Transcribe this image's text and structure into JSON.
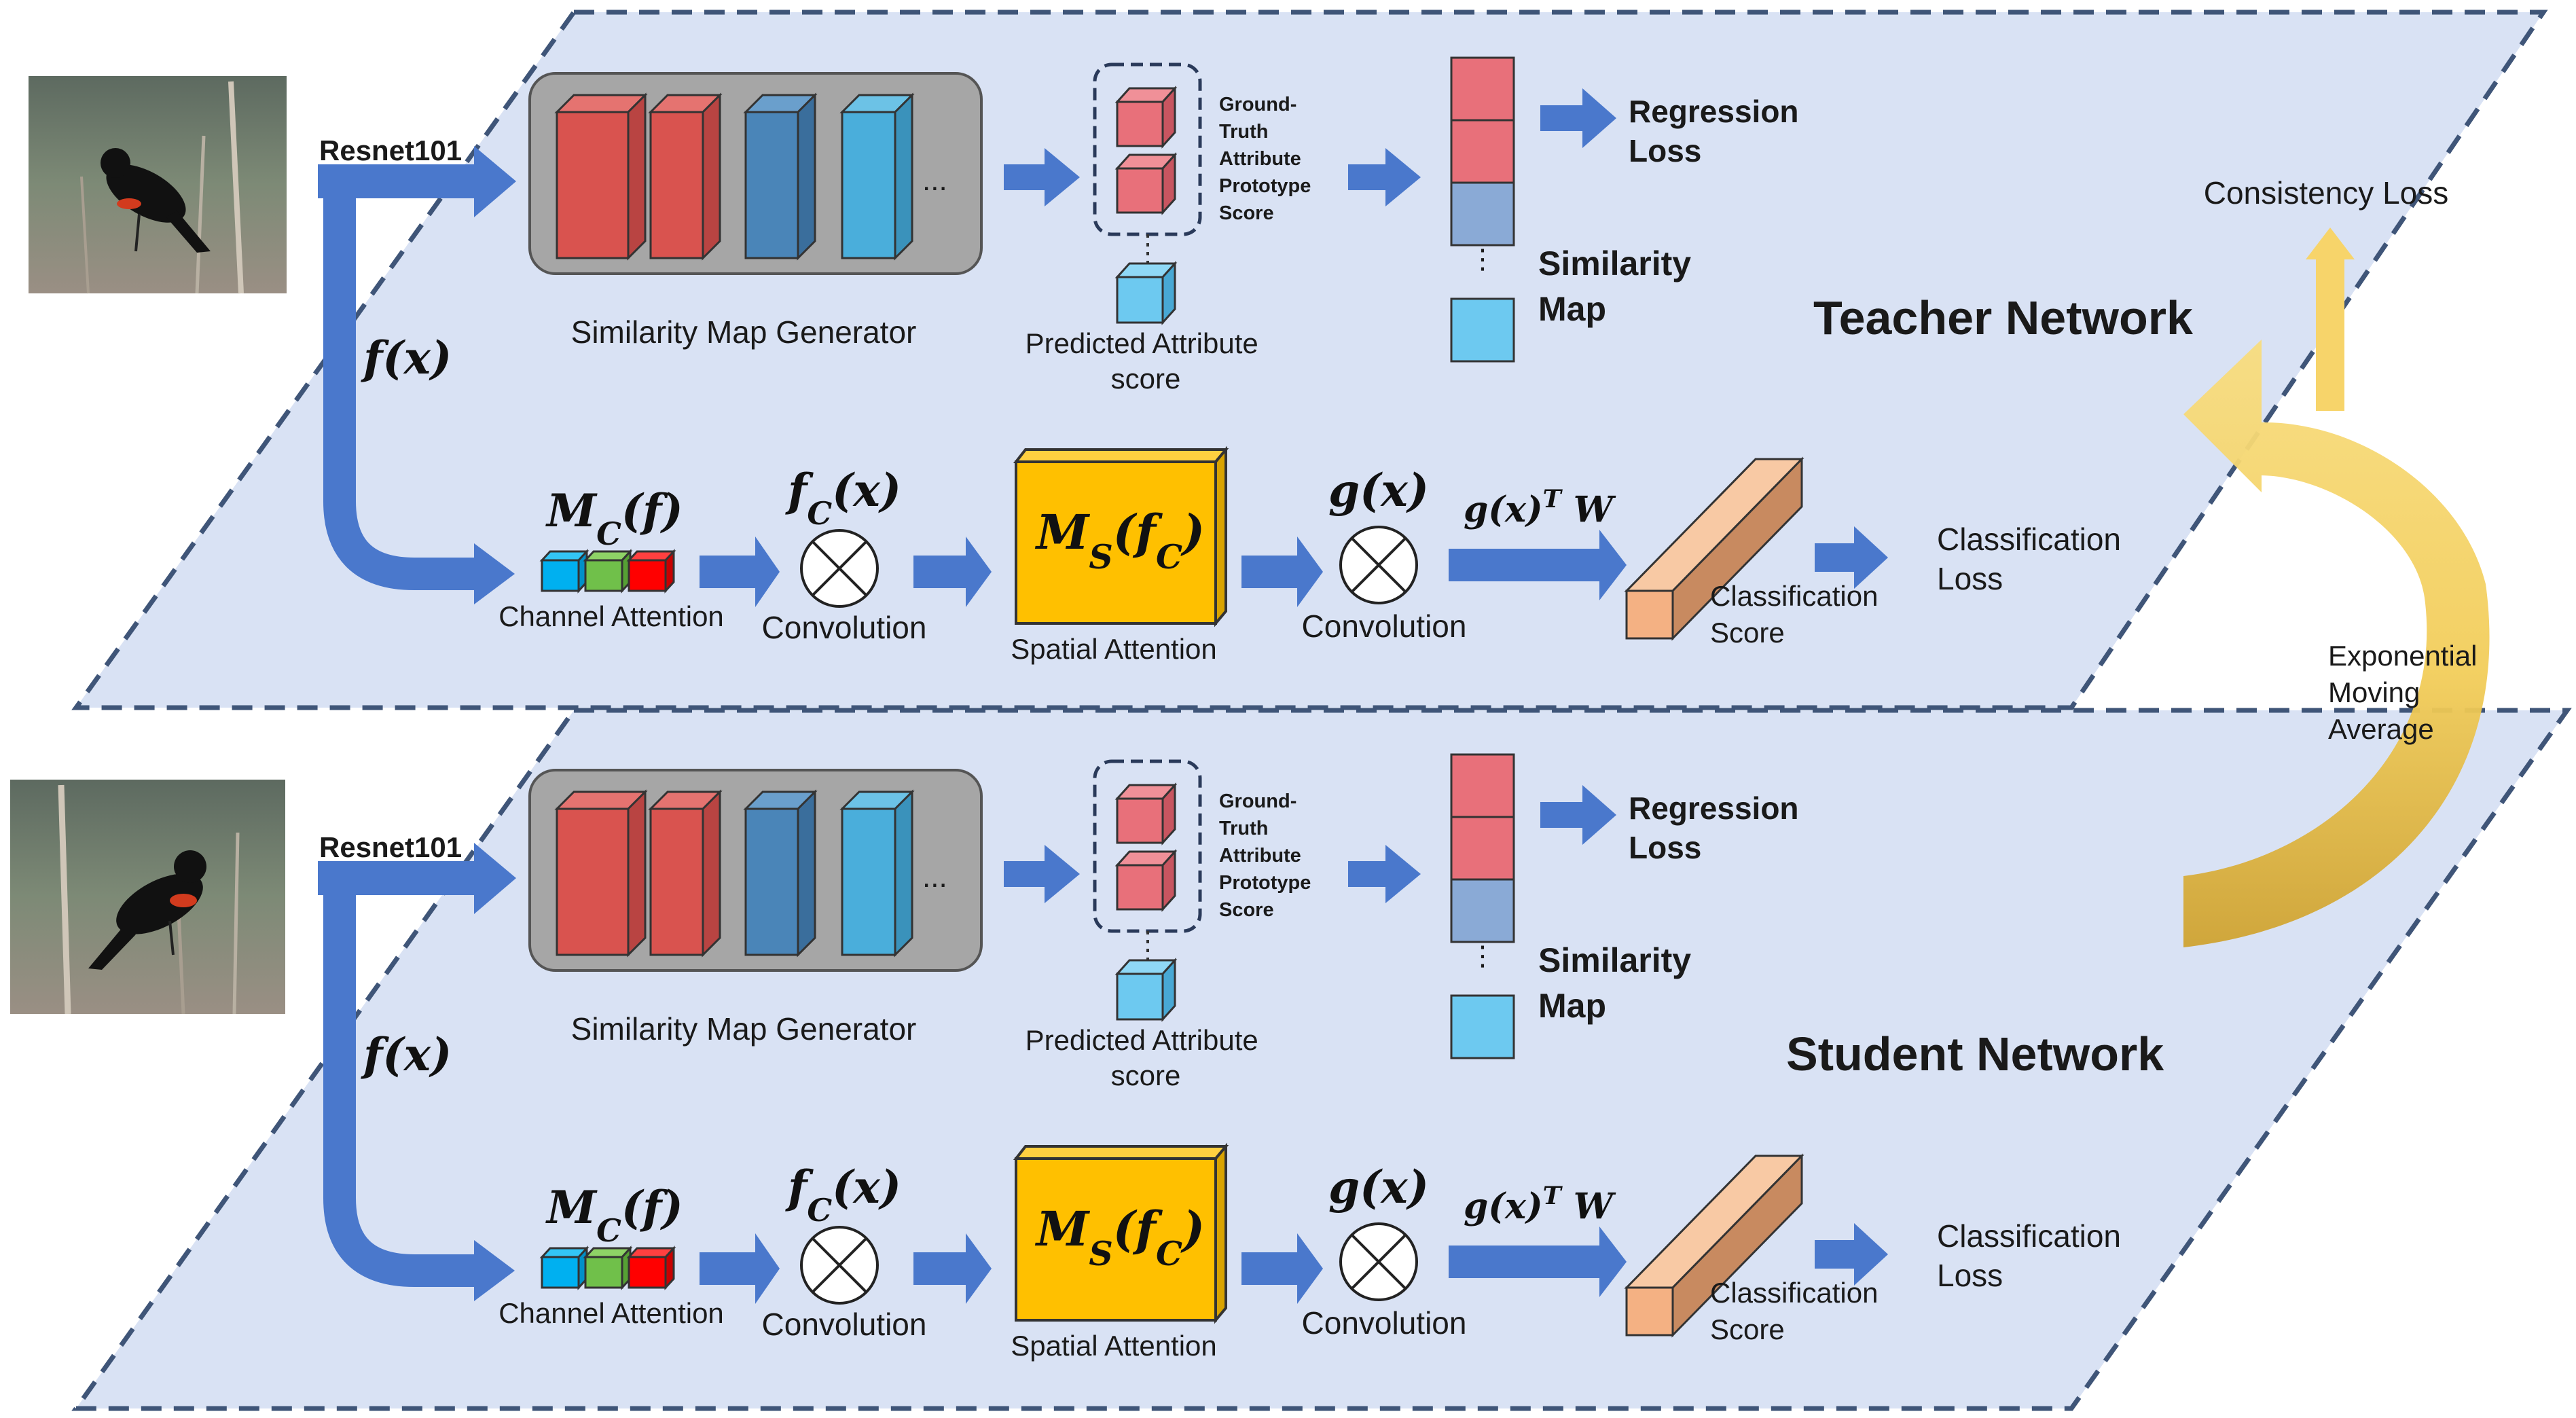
{
  "colors": {
    "plane": "#d9e2f4",
    "plane_border": "#3f5578",
    "arrow": "#4a78cc",
    "cube_red": "#d9534f",
    "cube_blue": "#4a85b8",
    "cube_lightblue": "#4aaedb",
    "attr_red": "#e8707a",
    "attr_blue": "#6dc9f0",
    "spatial": "#ffc000",
    "score_bar": "#f4b183",
    "ema": "#f7d46a"
  },
  "images": {
    "teacher": "bird-photo",
    "student": "bird-photo"
  },
  "networks": [
    {
      "id": "teacher",
      "title": "Teacher Network",
      "backbone": "Resnet101",
      "fx": "f(x)",
      "generator_label": "Similarity Map Generator",
      "ellipsis": "...",
      "gt_label": [
        "Ground-",
        "Truth",
        "Attribute",
        "Prototype",
        "Score"
      ],
      "pred_label": [
        "Predicted Attribute",
        "score"
      ],
      "regression_loss": [
        "Regression",
        "Loss"
      ],
      "similarity_map": [
        "Similarity",
        "Map"
      ],
      "mc": "M_C(f)",
      "channel_attention": "Channel Attention",
      "fc": "f_C(x)",
      "conv1": "Convolution",
      "ms": "M_S(f_C)",
      "spatial_attention": "Spatial Attention",
      "gx": "g(x)",
      "conv2": "Convolution",
      "gxtw": "g(x)^T W",
      "classification_score": [
        "Classification",
        "Score"
      ],
      "classification_loss": [
        "Classification",
        "Loss"
      ]
    },
    {
      "id": "student",
      "title": "Student Network",
      "backbone": "Resnet101",
      "fx": "f(x)",
      "generator_label": "Similarity Map Generator",
      "ellipsis": "...",
      "gt_label": [
        "Ground-",
        "Truth",
        "Attribute",
        "Prototype",
        "Score"
      ],
      "pred_label": [
        "Predicted Attribute",
        "score"
      ],
      "regression_loss": [
        "Regression",
        "Loss"
      ],
      "similarity_map": [
        "Similarity",
        "Map"
      ],
      "mc": "M_C(f)",
      "channel_attention": "Channel Attention",
      "fc": "f_C(x)",
      "conv1": "Convolution",
      "ms": "M_S(f_C)",
      "spatial_attention": "Spatial Attention",
      "gx": "g(x)",
      "conv2": "Convolution",
      "gxtw": "g(x)^T W",
      "classification_score": [
        "Classification",
        "Score"
      ],
      "classification_loss": [
        "Classification",
        "Loss"
      ]
    }
  ],
  "consistency_loss": "Consistency Loss",
  "ema_label": [
    "Exponential",
    "Moving",
    "Average"
  ]
}
